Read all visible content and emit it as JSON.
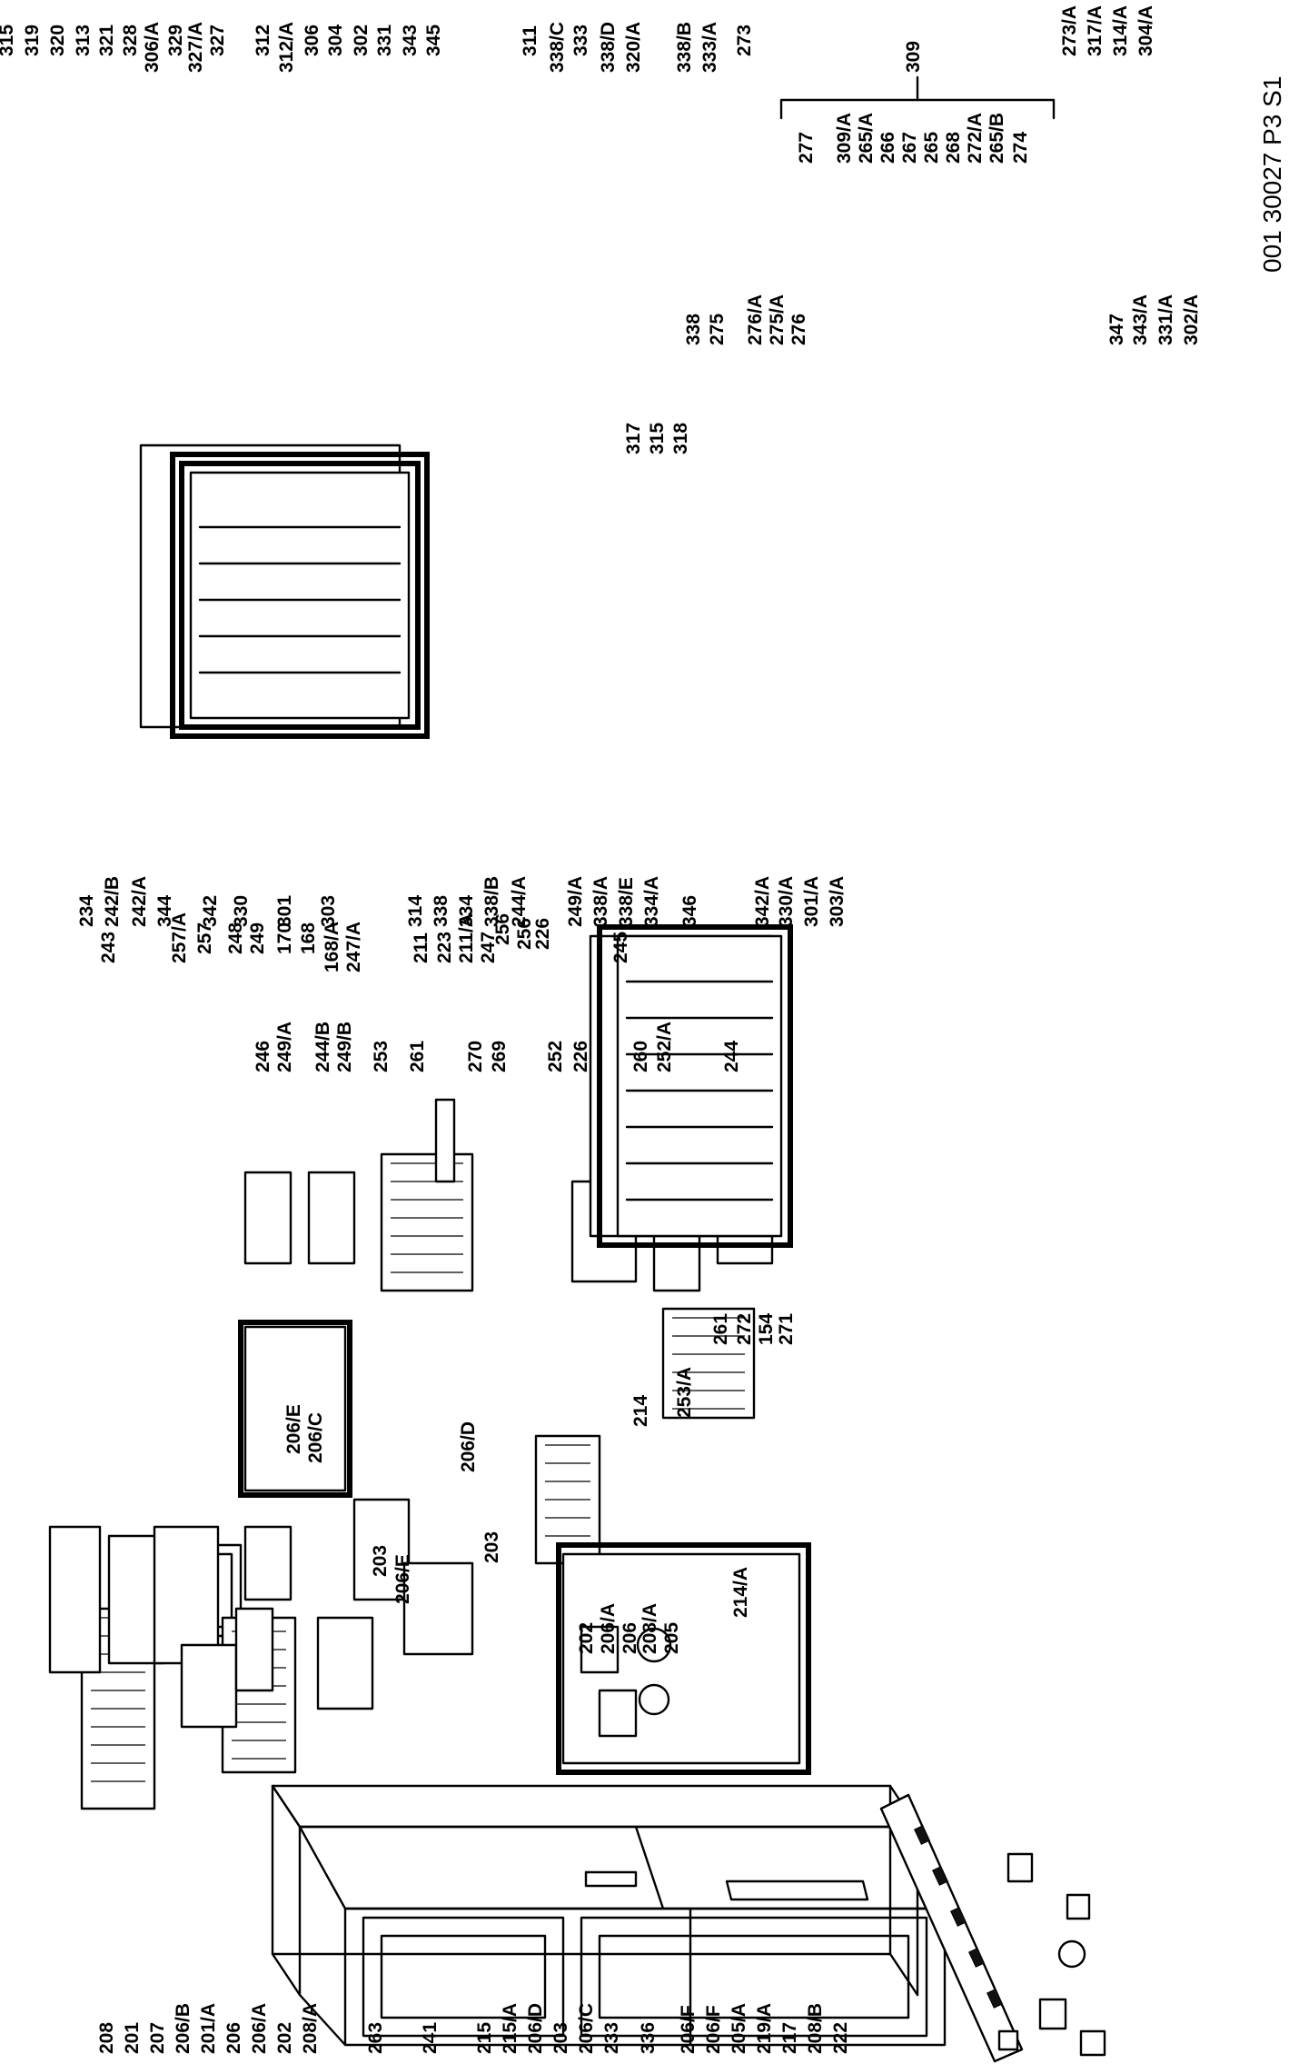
{
  "diagram": {
    "code": "001 30027 P3 S1",
    "left_group": {
      "bottom_labels": [
        "208",
        "201",
        "207",
        "206/B",
        "201/A",
        "206",
        "206/A",
        "202",
        "208/A",
        "263",
        "241",
        "215",
        "215/A",
        "206/D",
        "203",
        "206/C",
        "233",
        "336",
        "206/F",
        "206/F",
        "205/A",
        "219/A",
        "217",
        "208/B",
        "222"
      ],
      "callouts_a": [
        "206/E",
        "206/C",
        "203",
        "206/E",
        "206/D",
        "203",
        "202",
        "206/A",
        "206",
        "208/A",
        "205",
        "214/A",
        "214",
        "253/A"
      ],
      "callouts_b": [
        "243",
        "257/A",
        "257",
        "248",
        "249",
        "170",
        "168",
        "168/A",
        "247/A",
        "211",
        "223",
        "211/A",
        "247",
        "256",
        "256",
        "226",
        "245"
      ],
      "callouts_c": [
        "246",
        "249/A",
        "244/B",
        "249/B",
        "253",
        "261",
        "270",
        "269",
        "252",
        "226",
        "260",
        "252/A",
        "244",
        "261",
        "272",
        "154",
        "271"
      ]
    },
    "right_group": {
      "bottom_labels": [
        "234",
        "242/B",
        "242/A",
        "344",
        "342",
        "330",
        "301",
        "303",
        "314",
        "338",
        "334",
        "338/B",
        "244/A",
        "249/A",
        "338/A",
        "338/E",
        "334/A",
        "346",
        "342/A",
        "330/A",
        "301/A",
        "303/A"
      ],
      "top_labels": [
        "315",
        "319",
        "320",
        "313",
        "321",
        "328",
        "306/A",
        "329",
        "327/A",
        "327",
        "312",
        "312/A",
        "306",
        "304",
        "302",
        "331",
        "343",
        "345",
        "311",
        "338/C",
        "333",
        "338/D",
        "320/A",
        "338/B",
        "333/A",
        "273"
      ],
      "bracket_label": "309",
      "bracket_parts": [
        "277",
        "309/A",
        "265/A",
        "266",
        "267",
        "265",
        "268",
        "272/A",
        "265/B",
        "274"
      ],
      "side_labels_top": [
        "273/A",
        "317/A",
        "314/A",
        "304/A"
      ],
      "side_labels_bottom": [
        "347",
        "343/A",
        "331/A",
        "302/A"
      ],
      "mid_labels": [
        "338",
        "275",
        "276/A",
        "275/A",
        "276",
        "317",
        "315",
        "318"
      ]
    }
  }
}
